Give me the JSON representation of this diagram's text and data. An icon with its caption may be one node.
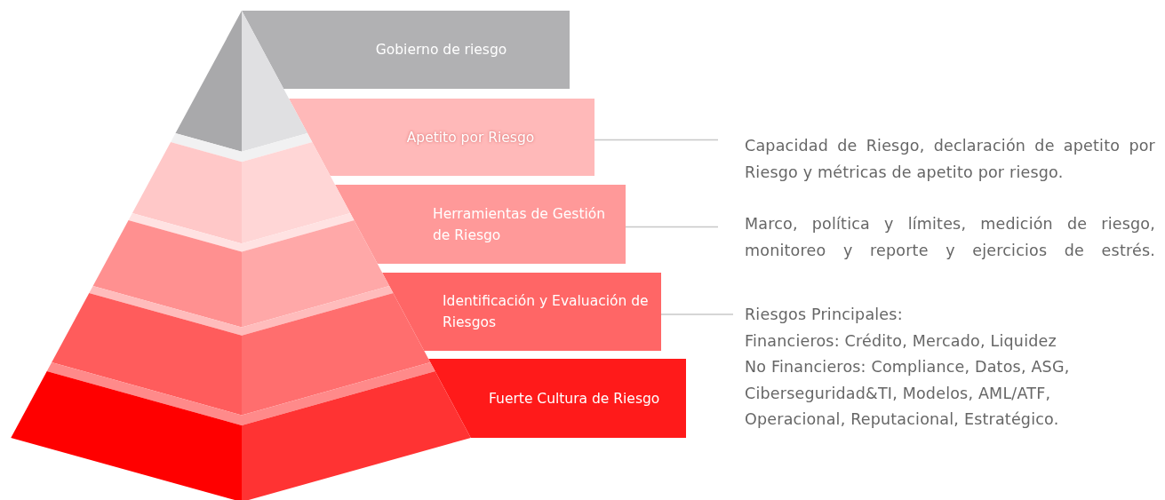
{
  "diagram": {
    "nodes": [
      {
        "text": [
          "Gobierno de riesgo"
        ]
      },
      {
        "text": [
          "Apetito por Riesgo"
        ]
      },
      {
        "text": [
          "Herramientas de Gestión de Riesgo"
        ]
      },
      {
        "text": [
          "Identificación y Evaluación de Riesgos"
        ]
      },
      {
        "text": [
          "Fuerte Cultura de Riesgo"
        ]
      },
      {
        "text": [
          "Capacidad de Riesgo, declaración de apetito por Riesgo y métricas de apetito por riesgo."
        ]
      },
      {
        "text": [
          "Marco, política y límites, medición de riesgo, monitoreo y reporte y ejercicios de estrés."
        ]
      },
      {
        "text": [
          "Riesgos Principales:",
          "Financieros: Crédito, Mercado, Liquidez",
          "No Financieros: Compliance, Datos, ASG, Ciberseguridad&TI, Modelos, AML/ATF, Operacional, Reputacional, Estratégico."
        ]
      }
    ],
    "edges": [
      {
        "from": 1,
        "to": 5,
        "arrow": "none"
      },
      {
        "from": 2,
        "to": 6,
        "arrow": "none"
      },
      {
        "from": 3,
        "to": 7,
        "arrow": "none"
      }
    ]
  }
}
